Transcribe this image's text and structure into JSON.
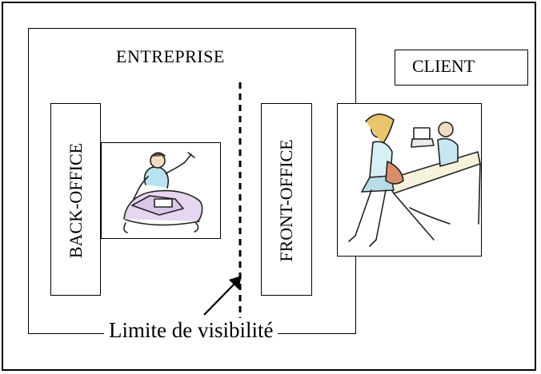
{
  "diagram": {
    "enterprise_label": "ENTREPRISE",
    "client_label": "CLIENT",
    "back_office_label": "BACK-OFFICE",
    "front_office_label": "FRONT-OFFICE",
    "limit_label": "Limite de visibilité"
  },
  "icons": {
    "mechanic": "mechanic-illustration-icon",
    "shopper": "shopper-at-counter-illustration-icon"
  }
}
